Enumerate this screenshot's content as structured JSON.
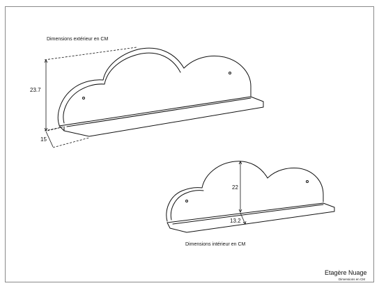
{
  "captions": {
    "exterior": "Dimensions extérieur en CM",
    "interior": "Dimensions intérieur en CM"
  },
  "dimensions": {
    "exterior_height": "23.7",
    "exterior_depth": "15",
    "interior_height": "22",
    "interior_depth": "13.2"
  },
  "title_block": {
    "title": "Etagère Nuage",
    "subtitle": "Dimensions en CM"
  }
}
